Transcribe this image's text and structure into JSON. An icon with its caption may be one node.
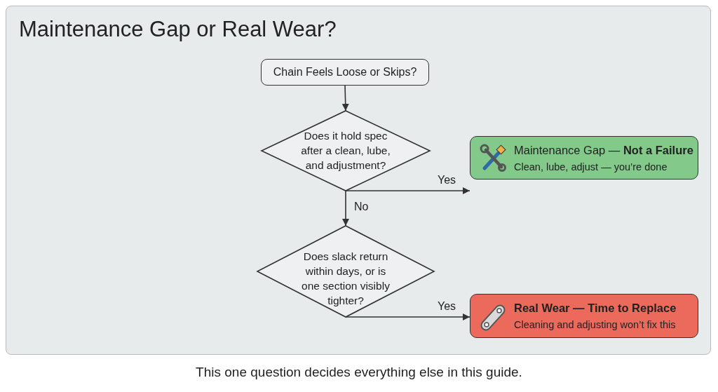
{
  "diagram": {
    "title": "Maintenance Gap or Real Wear?",
    "caption": "This one question decides everything else in this guide.",
    "nodes": [
      {
        "text": [
          "Chain Feels Loose or Skips?"
        ]
      },
      {
        "text": [
          "Does it hold spec after a clean, lube, and adjustment?"
        ]
      },
      {
        "text": [
          "Maintenance Gap — **Not a Failure**",
          "Clean, lube, adjust — you’re done"
        ]
      },
      {
        "text": [
          "Does slack return within days, or is one section visibly tighter?"
        ]
      },
      {
        "text": [
          "Real Wear — Time to Replace",
          "Cleaning and adjusting won’t fix this"
        ]
      }
    ],
    "edges": [
      {
        "from": 0,
        "to": 1,
        "arrow": "to"
      },
      {
        "from": 1,
        "to": 2,
        "arrow": "to",
        "label": "Yes"
      },
      {
        "from": 1,
        "to": 3,
        "arrow": "to",
        "label": "No"
      },
      {
        "from": 3,
        "to": 4,
        "arrow": "to",
        "label": "Yes"
      }
    ]
  }
}
